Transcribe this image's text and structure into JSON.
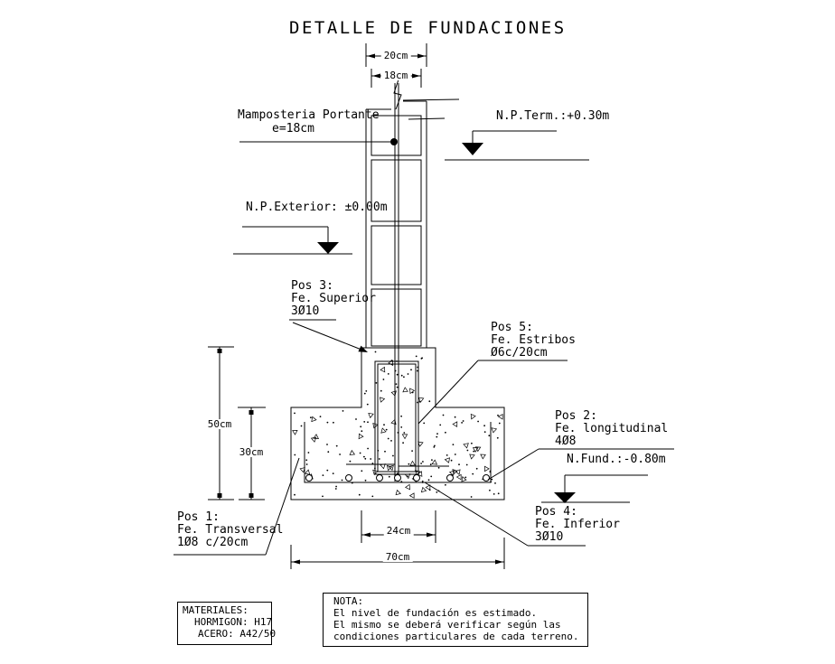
{
  "title": "DETALLE DE FUNDACIONES",
  "dimensions": {
    "top_outer": "20cm",
    "top_inner": "18cm",
    "height_total": "50cm",
    "height_base": "30cm",
    "bottom_inner": "24cm",
    "bottom_outer": "70cm"
  },
  "levels": {
    "terrain": "N.P.Term.:+0.30m",
    "exterior": "N.P.Exterior: ±0.00m",
    "foundation": "N.Fund.:-0.80m"
  },
  "wall_label": {
    "line1": "Mamposteria Portante",
    "line2": "e=18cm"
  },
  "positions": {
    "pos1": {
      "line1": "Pos 1:",
      "line2": "Fe. Transversal",
      "line3": "1Ø8 c/20cm"
    },
    "pos2": {
      "line1": "Pos 2:",
      "line2": "Fe. longitudinal",
      "line3": "4Ø8"
    },
    "pos3": {
      "line1": "Pos 3:",
      "line2": "Fe. Superior",
      "line3": "3Ø10"
    },
    "pos4": {
      "line1": "Pos 4:",
      "line2": "Fe. Inferior",
      "line3": "3Ø10"
    },
    "pos5": {
      "line1": "Pos 5:",
      "line2": "Fe. Estribos",
      "line3": "Ø6c/20cm"
    }
  },
  "materials_box": {
    "title": "MATERIALES:",
    "line1": "HORMIGON: H17",
    "line2": "ACERO: A42/50"
  },
  "note_box": {
    "title": "NOTA:",
    "line1": "El nivel de fundación es estimado.",
    "line2": "El mismo se deberá verificar según las",
    "line3": "condiciones particulares de cada terreno."
  },
  "colors": {
    "line": "#000000",
    "background": "#ffffff"
  }
}
